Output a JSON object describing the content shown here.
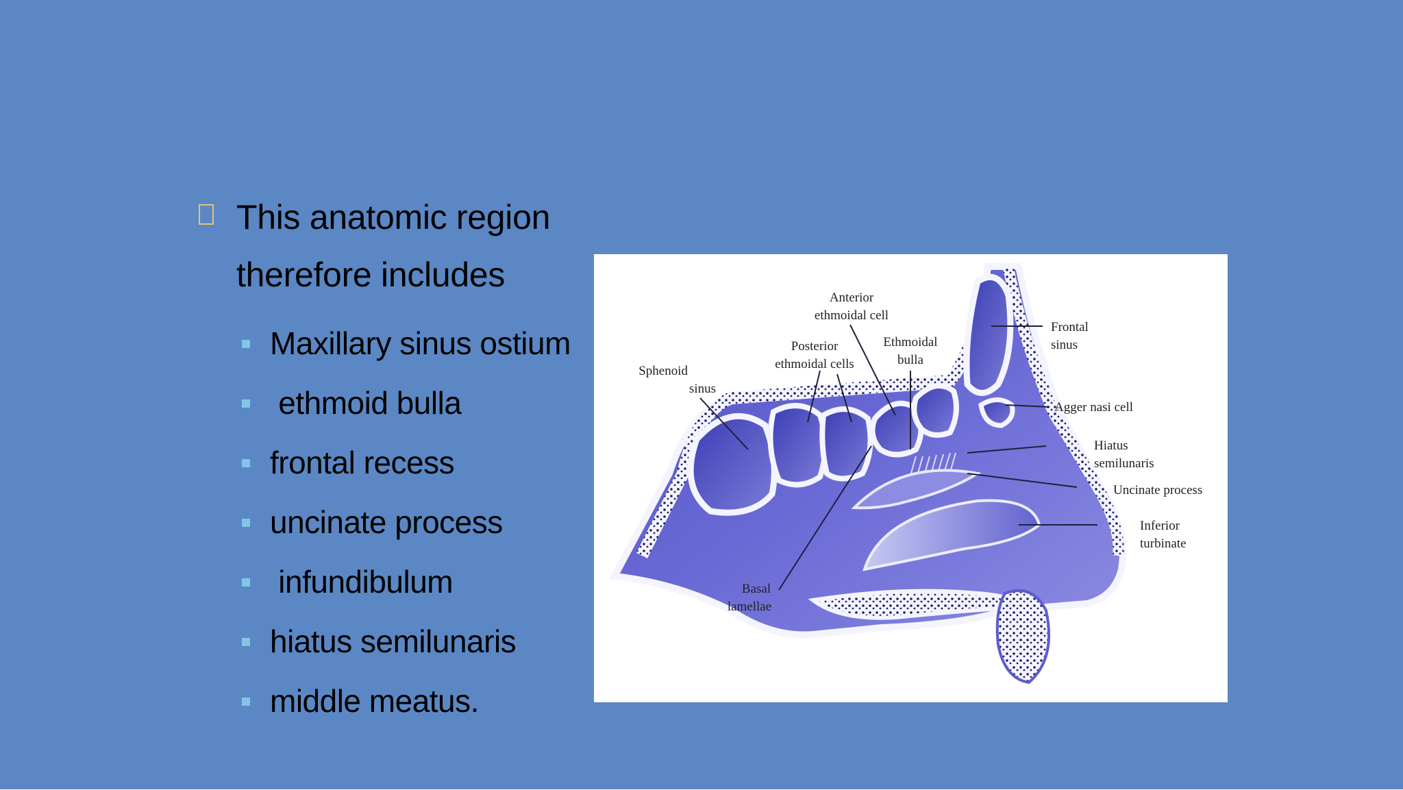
{
  "slide": {
    "background_color": "#5b88c4",
    "main_bullet_icon": "square-outline-bullet-icon",
    "main_text_line1": "This anatomic region",
    "main_text_line2": "therefore  includes",
    "sub_bullet_color": "#84c4e6",
    "items": [
      {
        "label": "Maxillary sinus ostium"
      },
      {
        "label": " ethmoid bulla"
      },
      {
        "label": "frontal recess"
      },
      {
        "label": "uncinate process"
      },
      {
        "label": " infundibulum"
      },
      {
        "label": "hiatus semilunaris"
      },
      {
        "label": "middle meatus."
      }
    ]
  },
  "figure": {
    "labels": {
      "anterior_ethmoidal_cell_1": "Anterior",
      "anterior_ethmoidal_cell_2": "ethmoidal cell",
      "posterior_ethmoidal_cells_1": "Posterior",
      "posterior_ethmoidal_cells_2": "ethmoidal cells",
      "ethmoidal_bulla_1": "Ethmoidal",
      "ethmoidal_bulla_2": "bulla",
      "sphenoid_sinus_1": "Sphenoid",
      "sphenoid_sinus_2": "sinus",
      "frontal_sinus_1": "Frontal",
      "frontal_sinus_2": "sinus",
      "agger_nasi_cell": "Agger nasi cell",
      "hiatus_semilunaris_1": "Hiatus",
      "hiatus_semilunaris_2": "semilunaris",
      "uncinate_process": "Uncinate process",
      "inferior_turbinate_1": "Inferior",
      "inferior_turbinate_2": "turbinate",
      "basal_lamellae_1": "Basal",
      "basal_lamellae_2": "lamellae"
    }
  }
}
